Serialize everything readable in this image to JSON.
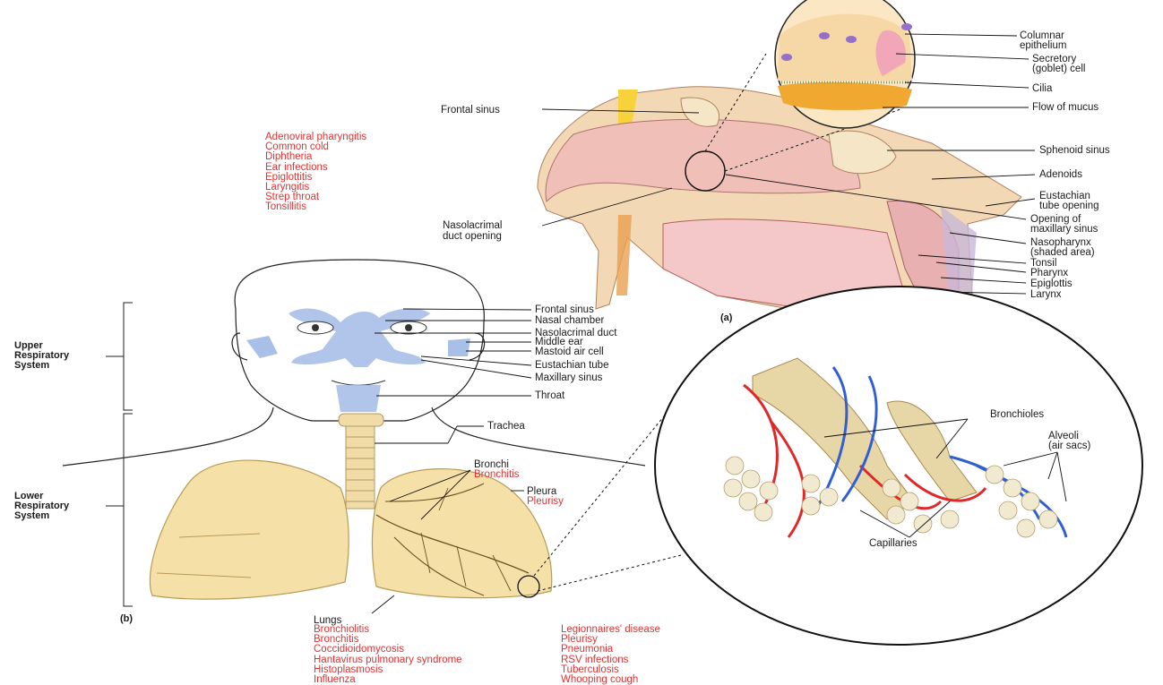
{
  "panel_a": {
    "letter": "(a)",
    "diseases": [
      "Adenoviral pharyngitis",
      "Common cold",
      "Diphtheria",
      "Ear infections",
      "Epiglottitis",
      "Laryngitis",
      "Strep throat",
      "Tonsillitis"
    ],
    "left_labels": {
      "frontal_sinus": "Frontal sinus",
      "nasolacrimal_1": "Nasolacrimal",
      "nasolacrimal_2": "duct opening"
    },
    "right_labels": {
      "columnar_1": "Columnar",
      "columnar_2": "epithelium",
      "secretory_1": "Secretory",
      "secretory_2": "(goblet) cell",
      "cilia": "Cilia",
      "flow_of_mucus": "Flow of mucus",
      "sphenoid_sinus": "Sphenoid sinus",
      "adenoids": "Adenoids",
      "eustachian_1": "Eustachian",
      "eustachian_2": "tube opening",
      "opening_1": "Opening of",
      "opening_2": "maxillary sinus",
      "nasopharynx_1": "Nasopharynx",
      "nasopharynx_2": "(shaded area)",
      "tonsil": "Tonsil",
      "pharynx": "Pharynx",
      "epiglottis": "Epiglottis",
      "larynx": "Larynx"
    }
  },
  "panel_b": {
    "letter": "(b)",
    "upper_system": [
      "Upper",
      "Respiratory",
      "System"
    ],
    "lower_system": [
      "Lower",
      "Respiratory",
      "System"
    ],
    "head_labels": {
      "frontal_sinus": "Frontal sinus",
      "nasal_chamber": "Nasal chamber",
      "nasolacrimal_duct": "Nasolacrimal duct",
      "middle_ear": "Middle ear",
      "mastoid": "Mastoid air cell",
      "eustachian_tube": "Eustachian tube",
      "maxillary_sinus": "Maxillary sinus",
      "throat": "Throat"
    },
    "trachea": "Trachea",
    "bronchi": "Bronchi",
    "bronchitis": "Bronchitis",
    "pleura": "Pleura",
    "pleurisy": "Pleurisy",
    "lungs": "Lungs",
    "lung_diseases_col1": [
      "Bronchiolitis",
      "Bronchitis",
      "Coccidioidomycosis",
      "Hantavirus pulmonary syndrome",
      "Histoplasmosis",
      "Influenza"
    ],
    "lung_diseases_col2": [
      "Legionnaires' disease",
      "Pleurisy",
      "Pneumonia",
      "RSV infections",
      "Tuberculosis",
      "Whooping cough"
    ],
    "inset": {
      "bronchioles": "Bronchioles",
      "alveoli_1": "Alveoli",
      "alveoli_2": "(air sacs)",
      "capillaries": "Capillaries"
    }
  },
  "colors": {
    "disease_red": "#e03232",
    "sinus_blue": "#a8bfe8",
    "lung_yellow": "#f5e1a8",
    "tissue_pink": "#f0c4c4",
    "vein_blue": "#2f5fd0",
    "artery_red": "#e02828"
  }
}
